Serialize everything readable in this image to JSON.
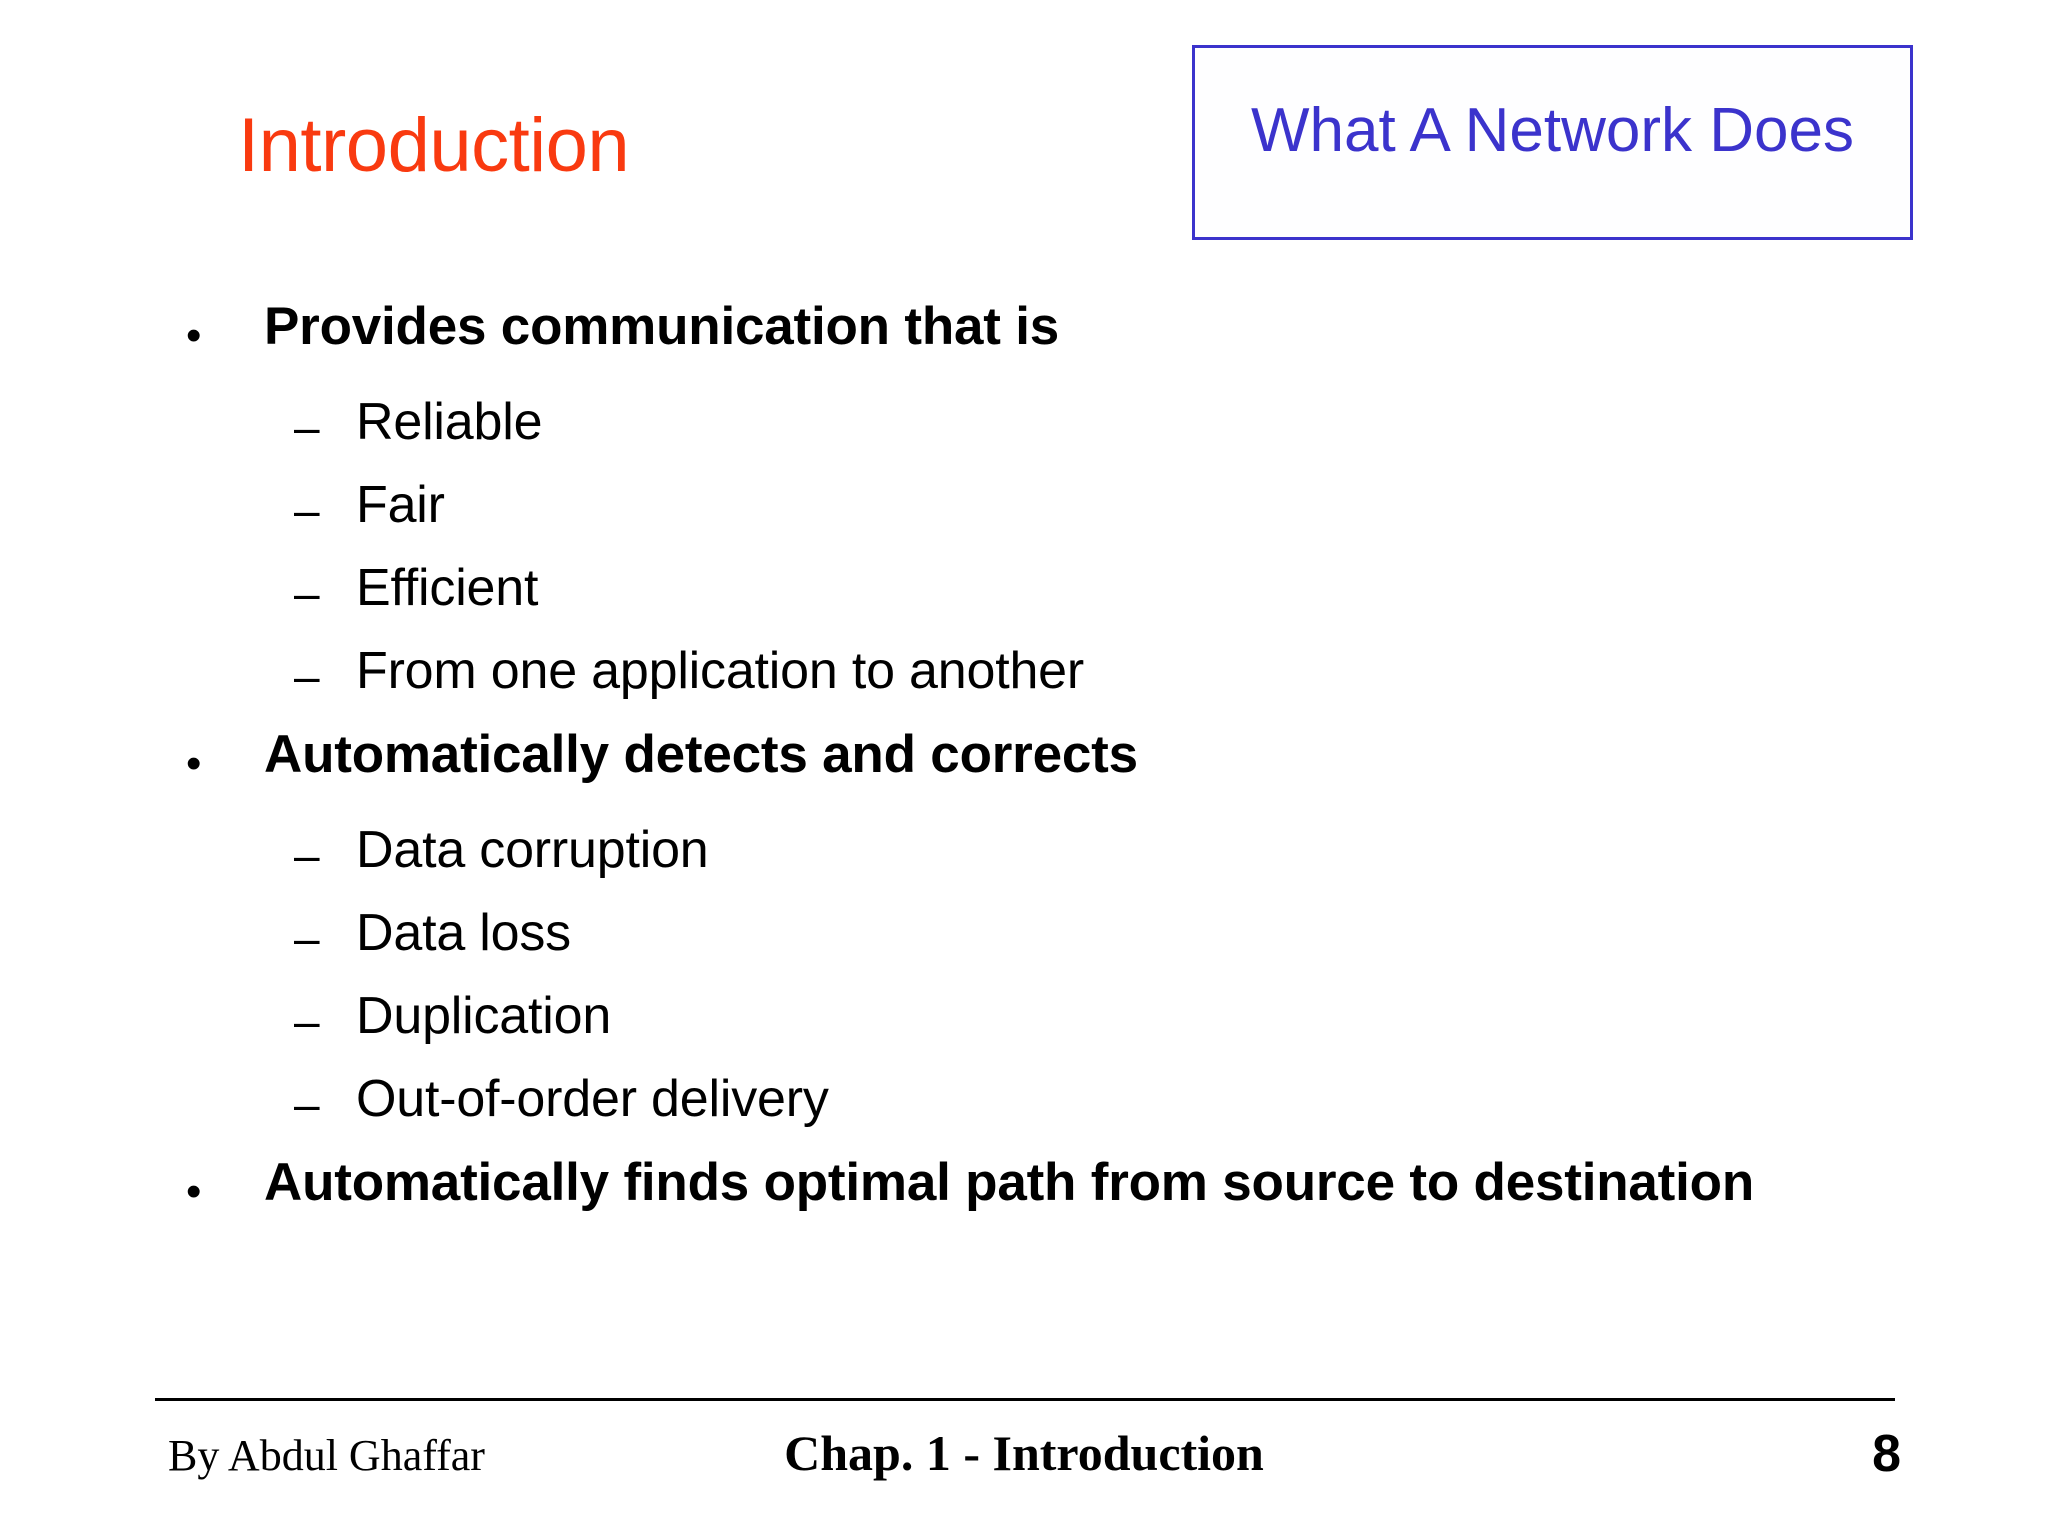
{
  "slide": {
    "title": "Introduction",
    "title_color": "#f93a10",
    "topic_heading": "What A Network Does",
    "topic_heading_color": "#3b33cc",
    "topic_box_border_color": "#3b33cc",
    "body_text_color": "#000000",
    "background_color": "#ffffff"
  },
  "bullets": [
    {
      "level": 1,
      "marker": "•",
      "text": "Provides communication that is"
    },
    {
      "level": 2,
      "marker": "–",
      "text": "Reliable"
    },
    {
      "level": 2,
      "marker": "–",
      "text": "Fair"
    },
    {
      "level": 2,
      "marker": "–",
      "text": "Efficient"
    },
    {
      "level": 2,
      "marker": "–",
      "text": "From one application to another"
    },
    {
      "level": 1,
      "marker": "•",
      "text": "Automatically detects and corrects"
    },
    {
      "level": 2,
      "marker": "–",
      "text": "Data corruption"
    },
    {
      "level": 2,
      "marker": "–",
      "text": "Data loss"
    },
    {
      "level": 2,
      "marker": "–",
      "text": "Duplication"
    },
    {
      "level": 2,
      "marker": "–",
      "text": "Out-of-order delivery"
    },
    {
      "level": 1,
      "marker": "•",
      "text": "Automatically finds optimal path from source to destination"
    }
  ],
  "footer": {
    "author": "By Abdul Ghaffar",
    "center": "Chap. 1 - Introduction",
    "page_number": "8"
  }
}
